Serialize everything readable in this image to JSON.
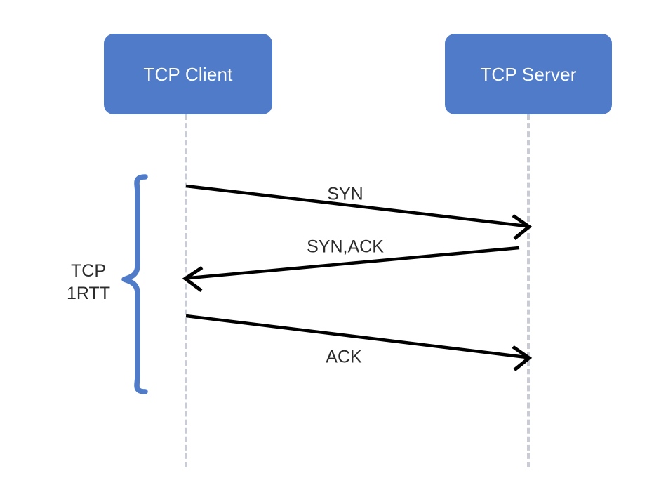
{
  "diagram": {
    "title": "TCP three-way handshake sequence diagram",
    "background_color": "#ffffff",
    "participants": [
      {
        "id": "client",
        "label": "TCP Client",
        "fill_color": "#4f7bc8",
        "text_color": "#ffffff",
        "lifeline_color": "#c9ccd4"
      },
      {
        "id": "server",
        "label": "TCP Server",
        "fill_color": "#4f7bc8",
        "text_color": "#ffffff",
        "lifeline_color": "#c9ccd4"
      }
    ],
    "messages": [
      {
        "id": "syn",
        "label": "SYN",
        "from": "client",
        "to": "server",
        "direction": "right",
        "color": "#000000"
      },
      {
        "id": "synack",
        "label": "SYN,ACK",
        "from": "server",
        "to": "client",
        "direction": "left",
        "color": "#000000"
      },
      {
        "id": "ack",
        "label": "ACK",
        "from": "client",
        "to": "server",
        "direction": "right",
        "color": "#000000"
      }
    ],
    "annotation": {
      "brace_color": "#4f7bc8",
      "line1": "TCP",
      "line2": "1RTT",
      "text_color": "#2b2b2b"
    }
  }
}
